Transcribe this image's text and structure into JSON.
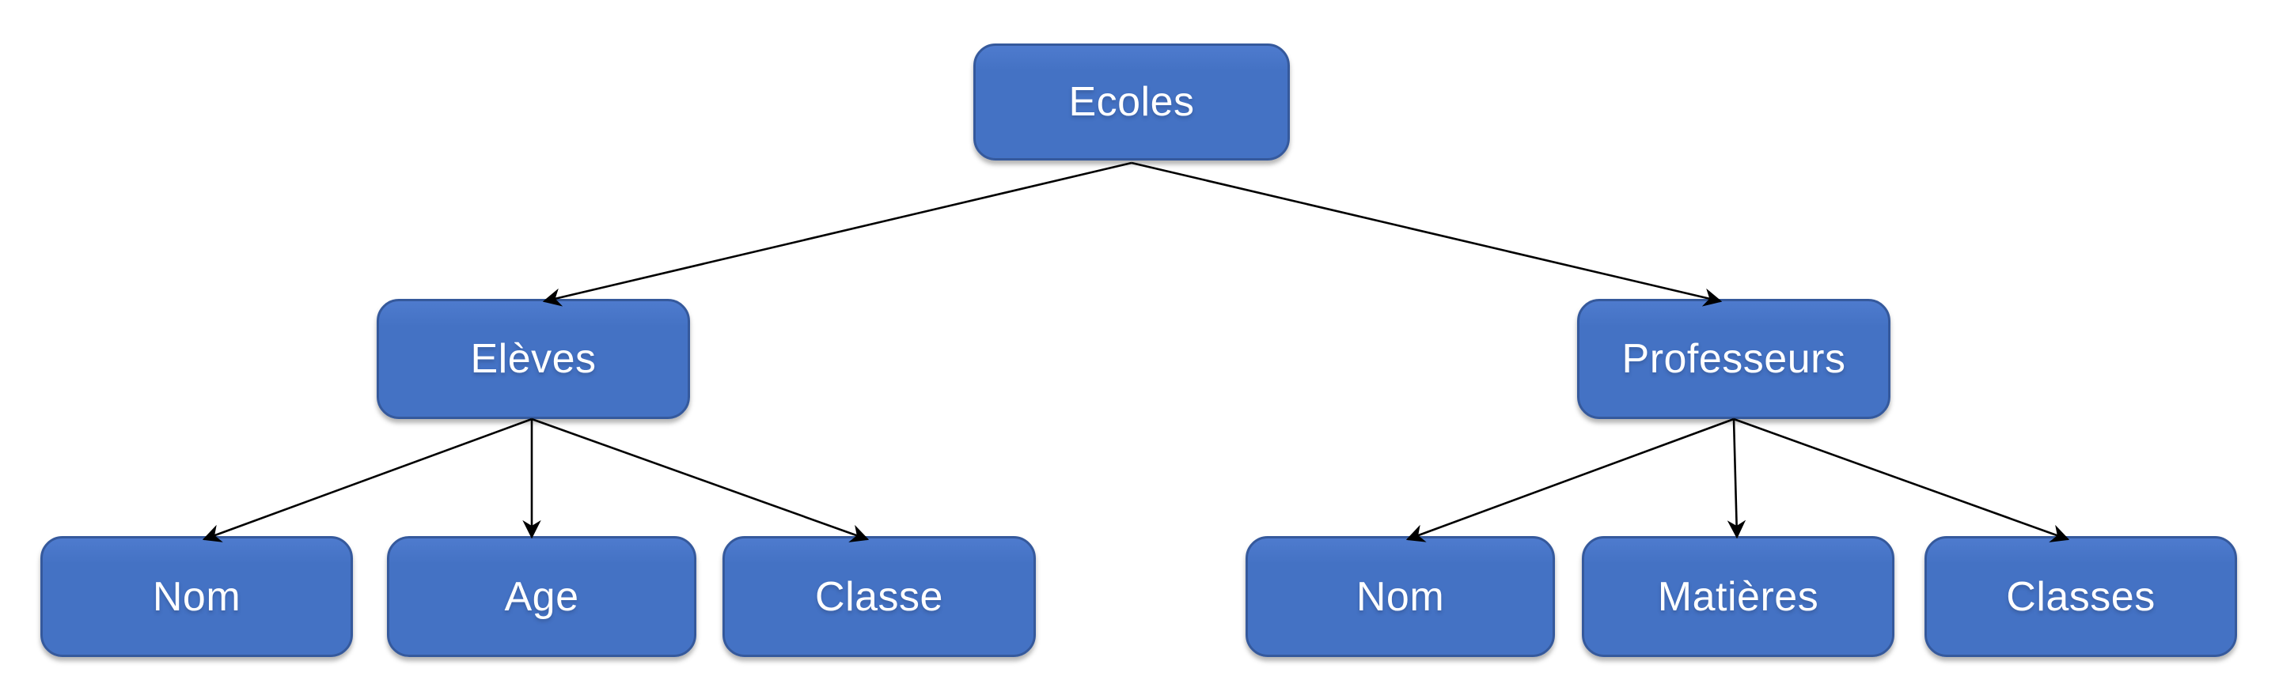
{
  "diagram": {
    "type": "tree",
    "background": "#ffffff",
    "colors": {
      "node_fill": "#4472C4",
      "node_border": "#35599C",
      "node_text": "#FFFFFF",
      "connector": "#000000"
    },
    "nodes": {
      "ecoles": {
        "label": "Ecoles",
        "level": 0
      },
      "eleves": {
        "label": "Elèves",
        "level": 1
      },
      "professeurs": {
        "label": "Professeurs",
        "level": 1
      },
      "eleves_nom": {
        "label": "Nom",
        "level": 2
      },
      "eleves_age": {
        "label": "Age",
        "level": 2
      },
      "eleves_classe": {
        "label": "Classe",
        "level": 2
      },
      "professeurs_nom": {
        "label": "Nom",
        "level": 2
      },
      "professeurs_matieres": {
        "label": "Matières",
        "level": 2
      },
      "professeurs_classes": {
        "label": "Classes",
        "level": 2
      }
    },
    "edges": [
      {
        "from": "ecoles",
        "to": "eleves"
      },
      {
        "from": "ecoles",
        "to": "professeurs"
      },
      {
        "from": "eleves",
        "to": "eleves_nom"
      },
      {
        "from": "eleves",
        "to": "eleves_age"
      },
      {
        "from": "eleves",
        "to": "eleves_classe"
      },
      {
        "from": "professeurs",
        "to": "professeurs_nom"
      },
      {
        "from": "professeurs",
        "to": "professeurs_matieres"
      },
      {
        "from": "professeurs",
        "to": "professeurs_classes"
      }
    ]
  }
}
